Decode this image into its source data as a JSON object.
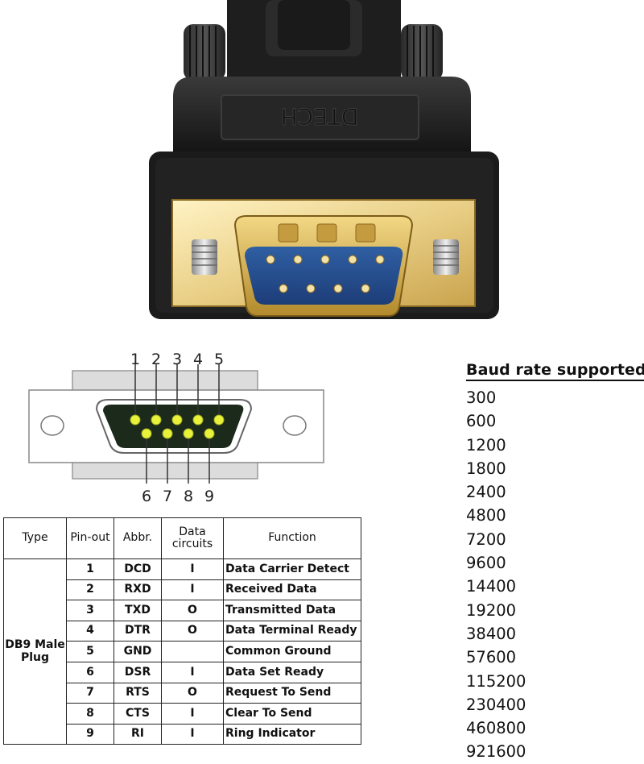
{
  "photo": {
    "brand_logo_text": "DTECH"
  },
  "diagram": {
    "top_pins": [
      "1",
      "2",
      "3",
      "4",
      "5"
    ],
    "bottom_pins": [
      "6",
      "7",
      "8",
      "9"
    ]
  },
  "table": {
    "headers": {
      "type": "Type",
      "pinout": "Pin-out",
      "abbr": "Abbr.",
      "data_circuits_line1": "Data",
      "data_circuits_line2": "circuits",
      "function": "Function"
    },
    "type_label_line1": "DB9 Male",
    "type_label_line2": "Plug",
    "rows": [
      {
        "pin": "1",
        "abbr": "DCD",
        "dc": "I",
        "func": "Data Carrier Detect"
      },
      {
        "pin": "2",
        "abbr": "RXD",
        "dc": "I",
        "func": "Received Data"
      },
      {
        "pin": "3",
        "abbr": "TXD",
        "dc": "O",
        "func": "Transmitted Data"
      },
      {
        "pin": "4",
        "abbr": "DTR",
        "dc": "O",
        "func": "Data Terminal Ready"
      },
      {
        "pin": "5",
        "abbr": "GND",
        "dc": "",
        "func": "Common Ground"
      },
      {
        "pin": "6",
        "abbr": "DSR",
        "dc": "I",
        "func": "Data Set Ready"
      },
      {
        "pin": "7",
        "abbr": "RTS",
        "dc": "O",
        "func": "Request To Send"
      },
      {
        "pin": "8",
        "abbr": "CTS",
        "dc": "I",
        "func": "Clear To Send"
      },
      {
        "pin": "9",
        "abbr": "RI",
        "dc": "I",
        "func": "Ring Indicator"
      }
    ]
  },
  "baud": {
    "title": "Baud  rate supported:",
    "rates": [
      "300",
      "600",
      "1200",
      "1800",
      "2400",
      "4800",
      "7200",
      "9600",
      "14400",
      "19200",
      "38400",
      "57600",
      "115200",
      "230400",
      "460800",
      "921600"
    ]
  }
}
